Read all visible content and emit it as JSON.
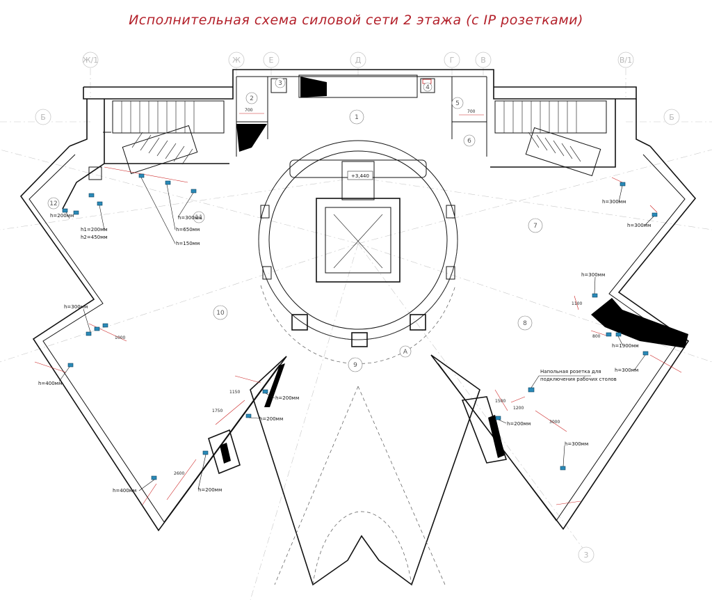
{
  "title": "Исполнительная схема силовой сети 2 этажа (с IP розетками)",
  "axes": [
    "Ж/1",
    "Ж",
    "Е",
    "Д",
    "Г",
    "В",
    "В/1",
    "Б",
    "Б",
    "3"
  ],
  "rooms": [
    "1",
    "2",
    "3",
    "4",
    "5",
    "6",
    "7",
    "8",
    "9",
    "10",
    "11",
    "12",
    "А"
  ],
  "level_mark": "+3,440",
  "socket_heights": {
    "h200_left": "h=200мм",
    "h1": "h1=200мм",
    "h2": "h2=450мм",
    "h300_top": "h=300мм",
    "h650": "h=650мм",
    "h150": "h=150мм",
    "h300_left": "h=300мм",
    "h400_left": "h=400мм",
    "h200_a": "h=200мм",
    "h200_b": "h=200мм",
    "h400_bottom": "h=400мм",
    "h200_c": "h=200мм",
    "h300_r1": "h=300мм",
    "h300_r2": "h=300мм",
    "h300_r3": "h=300мм",
    "h1900": "h=1900мм",
    "h300_r4": "h=300мм",
    "h200_right": "h=200мм",
    "h300_r5": "h=300мм"
  },
  "note_line1": "Напольная розетка для",
  "note_line2": "подключения рабочих столов",
  "dimensions": {
    "d700_a": "700",
    "d700_b": "700",
    "d1000": "1000",
    "d1150": "1150",
    "d1750": "1750",
    "d2600": "2600",
    "d1500": "1500",
    "d1200": "1200",
    "d3000": "3000",
    "d800": "800",
    "d1100": "1100"
  }
}
